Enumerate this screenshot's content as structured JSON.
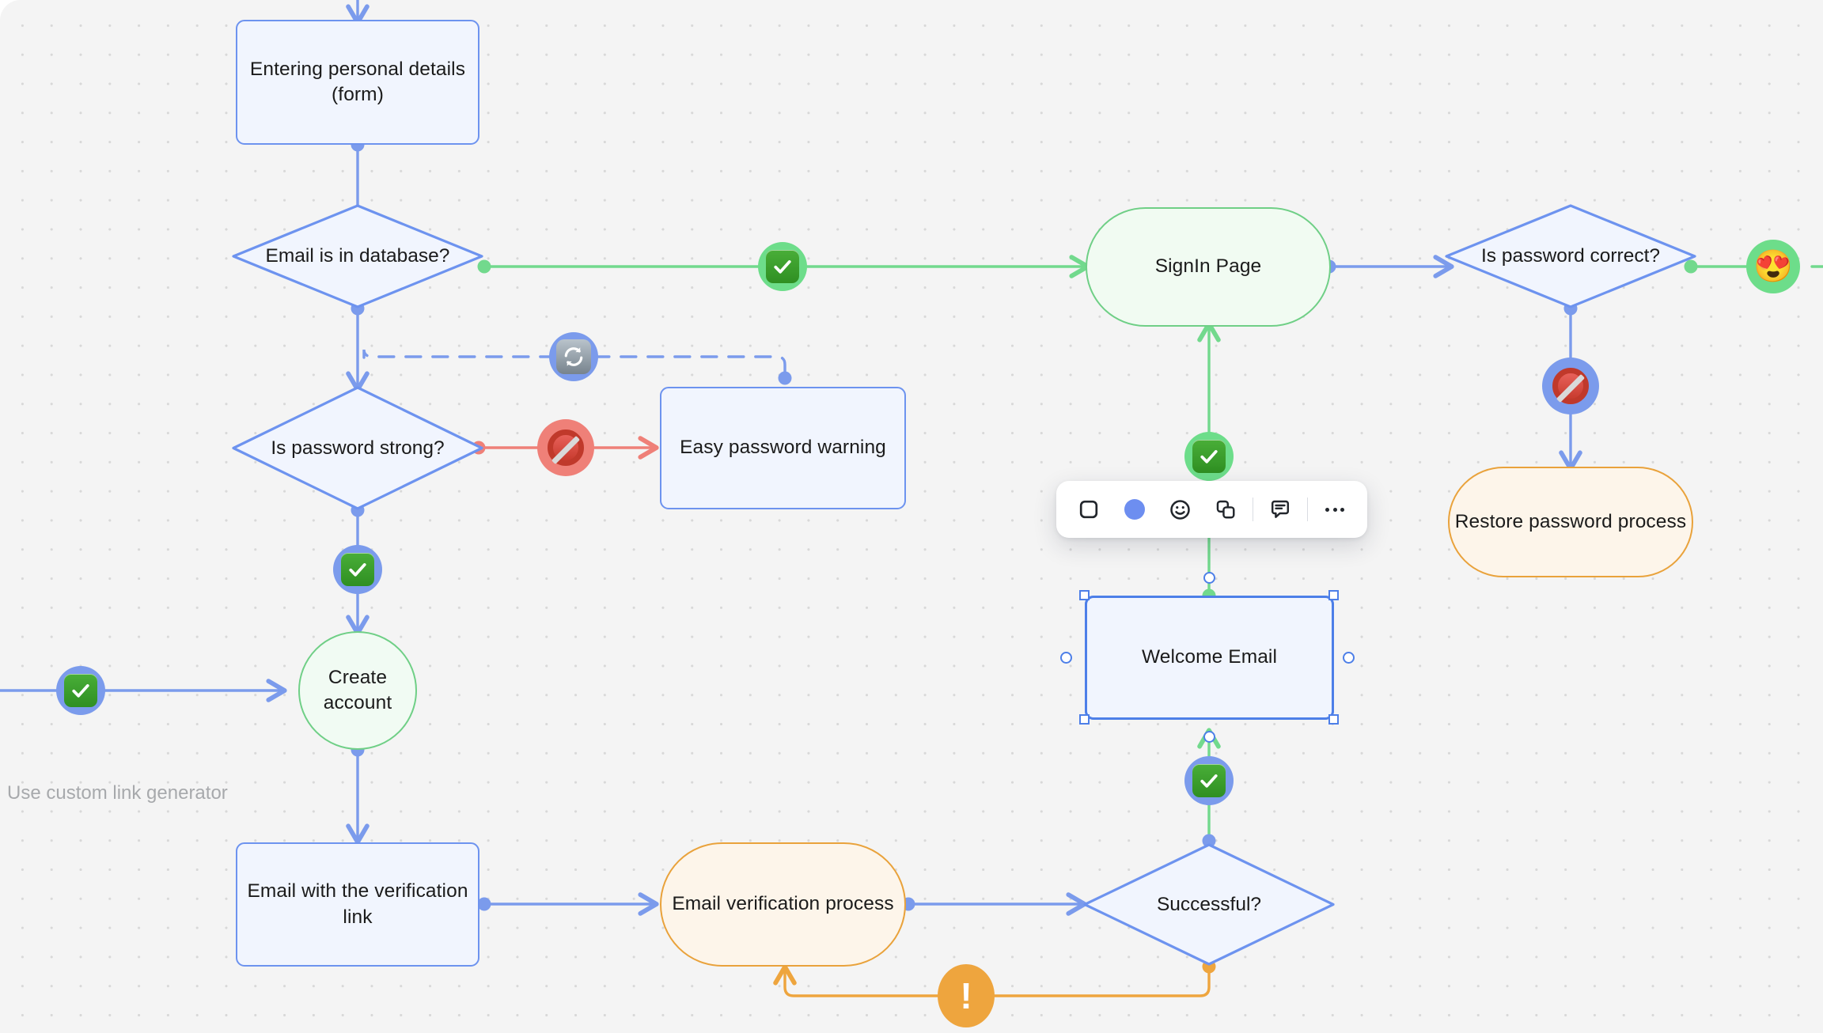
{
  "canvas": {
    "background_color": "#f4f4f4",
    "grid": "dot-grid",
    "hint_text": "Use custom link generator"
  },
  "palette": {
    "blue_stroke": "#6d93ef",
    "blue_edge": "#7b9bec",
    "green_stroke": "#6fcf86",
    "green_edge": "#72d98d",
    "orange_stroke": "#e9a23b",
    "orange_edge": "#eea53e",
    "red_edge": "#ef8078",
    "node_fill_blue": "#f1f5fe",
    "node_fill_green": "#f1fbf2",
    "node_fill_orange": "#fdf5ea",
    "selection": "#4d7fe8",
    "text": "#1b1b1b",
    "hint_text": "#a7a9ac"
  },
  "nodes": [
    {
      "id": "entering-personal-details",
      "label": "Entering personal details (form)",
      "shape": "rectangle",
      "color": "blue"
    },
    {
      "id": "email-is-in-database",
      "label": "Email is in database?",
      "shape": "diamond",
      "color": "blue"
    },
    {
      "id": "is-password-strong",
      "label": "Is password strong?",
      "shape": "diamond",
      "color": "blue"
    },
    {
      "id": "easy-password-warning",
      "label": "Easy password warning",
      "shape": "rectangle",
      "color": "blue"
    },
    {
      "id": "create-account",
      "label": "Create account",
      "shape": "circle",
      "color": "green"
    },
    {
      "id": "email-with-verification-link",
      "label": "Email with the verification link",
      "shape": "rectangle",
      "color": "blue"
    },
    {
      "id": "email-verification-process",
      "label": "Email verification process",
      "shape": "pill",
      "color": "orange"
    },
    {
      "id": "successful",
      "label": "Successful?",
      "shape": "diamond",
      "color": "blue"
    },
    {
      "id": "welcome-email",
      "label": "Welcome Email",
      "shape": "rectangle",
      "color": "blue",
      "selected": true
    },
    {
      "id": "signin-page",
      "label": "SignIn Page",
      "shape": "pill",
      "color": "green"
    },
    {
      "id": "is-password-correct",
      "label": "Is password correct?",
      "shape": "diamond",
      "color": "blue"
    },
    {
      "id": "restore-password-process",
      "label": "Restore password process",
      "shape": "pill",
      "color": "orange"
    }
  ],
  "edge_badges": [
    {
      "id": "badge-enter-create",
      "icon": "check-mark-badge",
      "ring_color": "#7b9bec"
    },
    {
      "id": "badge-password-strong",
      "icon": "check-mark-badge",
      "ring_color": "#7b9bec"
    },
    {
      "id": "badge-password-weak",
      "icon": "no-entry-badge",
      "ring_color": "#ef8078"
    },
    {
      "id": "badge-resubmit",
      "icon": "refresh-badge",
      "ring_color": "#7b9bec"
    },
    {
      "id": "badge-email-exists",
      "icon": "check-mark-badge",
      "ring_color": "#6ddd8a"
    },
    {
      "id": "badge-welcome-ok",
      "icon": "check-mark-badge",
      "ring_color": "#6ddd8a"
    },
    {
      "id": "badge-verify-ok",
      "icon": "check-mark-badge",
      "ring_color": "#7b9bec"
    },
    {
      "id": "badge-verify-failed",
      "icon": "warning-badge",
      "ring_color": "#eea53e"
    },
    {
      "id": "badge-password-wrong",
      "icon": "no-entry-badge",
      "ring_color": "#7b9bec"
    },
    {
      "id": "badge-login-success",
      "icon": "heart-eyes-badge",
      "ring_color": "#6ddd8a",
      "emoji": "😍"
    }
  ],
  "toolbar": {
    "items": [
      {
        "id": "shape-tool",
        "icon": "rounded-square-icon",
        "label": "Shape"
      },
      {
        "id": "color-tool",
        "icon": "color-swatch-icon",
        "label": "Color",
        "value": "#6d8ef0"
      },
      {
        "id": "emoji-tool",
        "icon": "smiley-icon",
        "label": "Emoji"
      },
      {
        "id": "duplicate-tool",
        "icon": "duplicate-icon",
        "label": "Duplicate"
      },
      {
        "id": "comment-tool",
        "icon": "comment-icon",
        "label": "Comment"
      },
      {
        "id": "more-tool",
        "icon": "ellipsis-icon",
        "label": "More"
      }
    ]
  }
}
